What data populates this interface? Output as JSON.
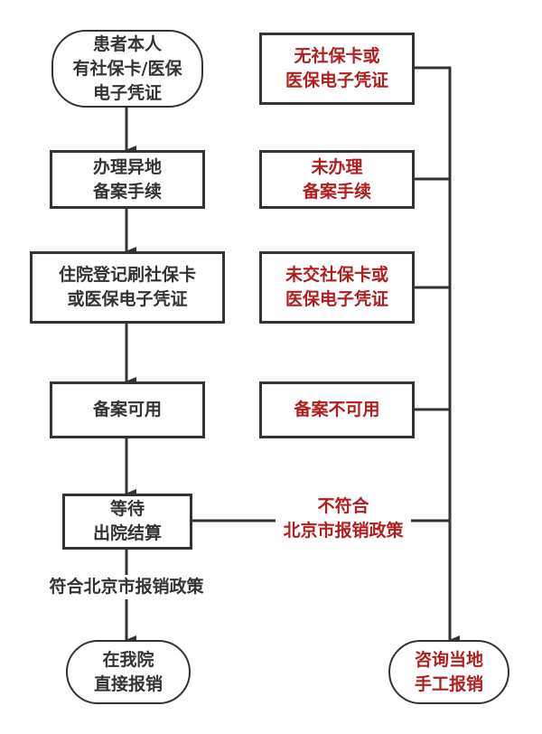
{
  "colors": {
    "stroke": "#333333",
    "dark_text": "#333333",
    "accent_red": "#b01e1e",
    "background": "#ffffff"
  },
  "left_flow": {
    "start": {
      "lines": [
        "患者本人",
        "有社保卡/医保",
        "电子凭证"
      ]
    },
    "step1": {
      "lines": [
        "办理异地",
        "备案手续"
      ]
    },
    "step2": {
      "lines": [
        "住院登记刷社保卡",
        "或医保电子凭证"
      ]
    },
    "step3": {
      "lines": [
        "备案可用"
      ]
    },
    "step4": {
      "lines": [
        "等待",
        "出院结算"
      ]
    },
    "branch_label": "符合北京市报销政策",
    "end": {
      "lines": [
        "在我院",
        "直接报销"
      ]
    }
  },
  "right_flow": {
    "cond1": {
      "lines": [
        "无社保卡或",
        "医保电子凭证"
      ]
    },
    "cond2": {
      "lines": [
        "未办理",
        "备案手续"
      ]
    },
    "cond3": {
      "lines": [
        "未交社保卡或",
        "医保电子凭证"
      ]
    },
    "cond4": {
      "lines": [
        "备案不可用"
      ]
    },
    "branch_label": {
      "lines": [
        "不符合",
        "北京市报销政策"
      ]
    },
    "end": {
      "lines": [
        "咨询当地",
        "手工报销"
      ]
    }
  }
}
